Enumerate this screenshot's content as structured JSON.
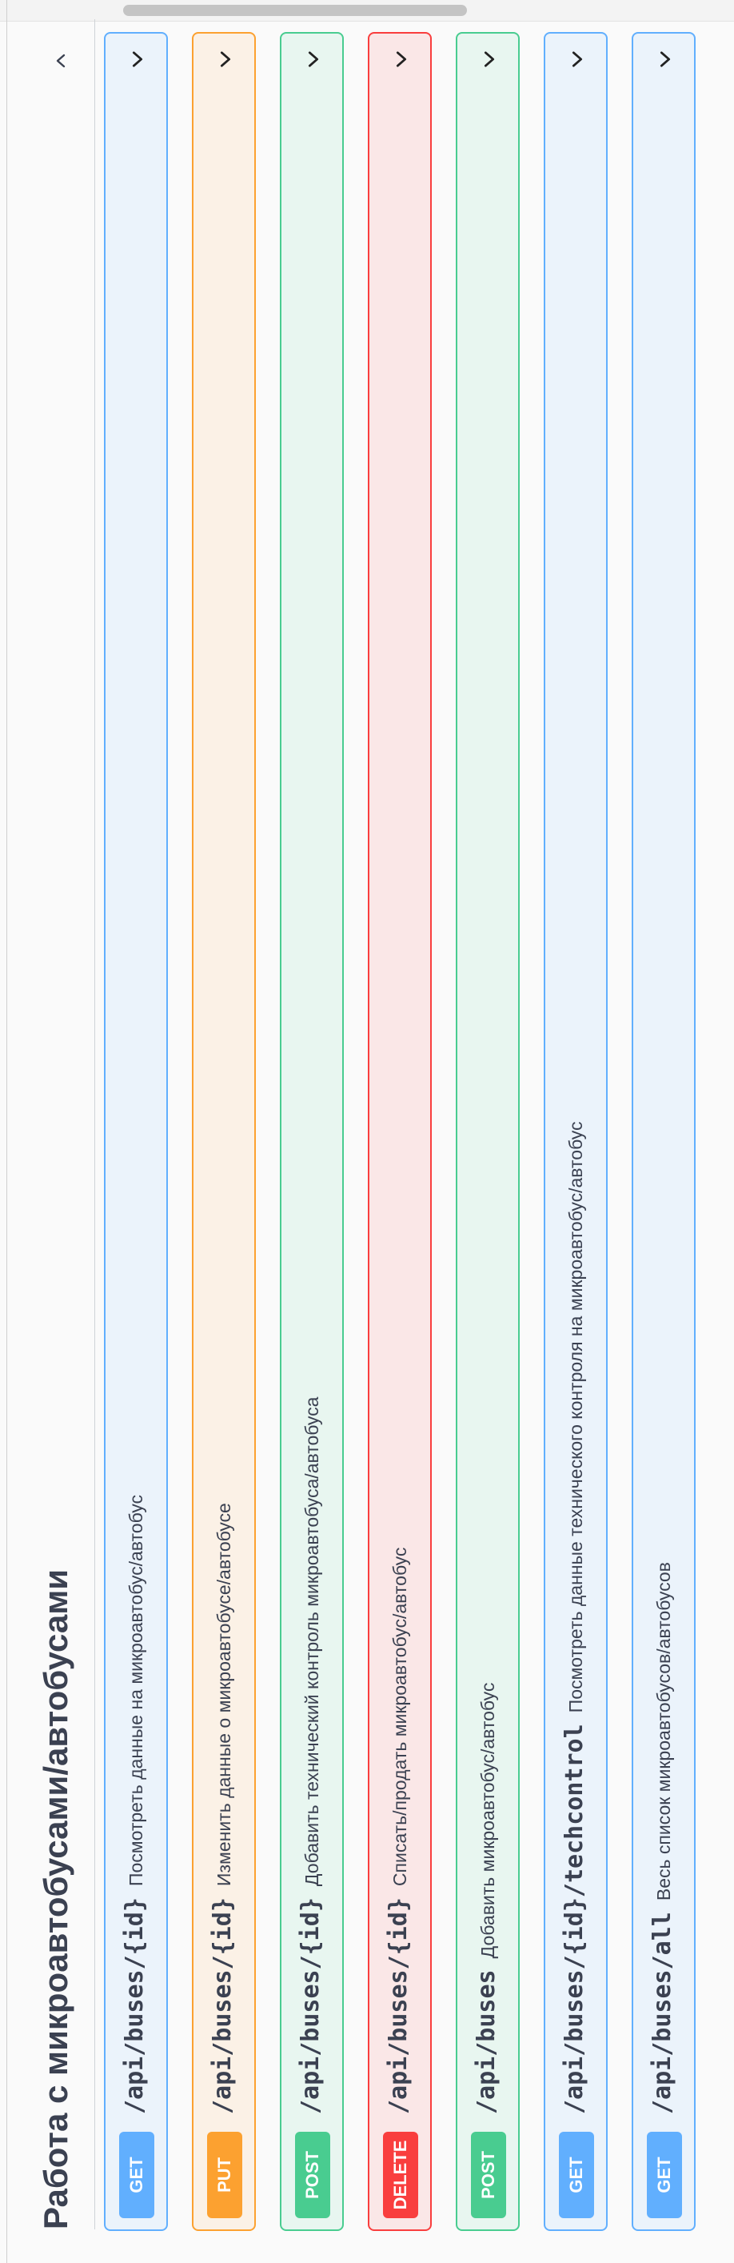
{
  "section": {
    "title": "Работа с микроавтобусами/автобусами"
  },
  "operations": [
    {
      "method": "GET",
      "path": "/api/buses/{id}",
      "description": "Посмотреть данные на микроавтобус/автобус"
    },
    {
      "method": "PUT",
      "path": "/api/buses/{id}",
      "description": "Изменить данные о микроавтобусе/автобусе"
    },
    {
      "method": "POST",
      "path": "/api/buses/{id}",
      "description": "Добавить технический контроль микроавтобуса/автобуса"
    },
    {
      "method": "DELETE",
      "path": "/api/buses/{id}",
      "description": "Списать/продать микроавтобус/автобус"
    },
    {
      "method": "POST",
      "path": "/api/buses",
      "description": "Добавить микроавтобус/автобус"
    },
    {
      "method": "GET",
      "path": "/api/buses/{id}/techcontrol",
      "description": "Посмотреть данные технического контроля на микроавтобус/автобус"
    },
    {
      "method": "GET",
      "path": "/api/buses/all",
      "description": "Весь список микроавтобусов/автобусов"
    }
  ],
  "colors": {
    "get": "#61affe",
    "put": "#fca130",
    "post": "#49cc90",
    "delete": "#f93e3e",
    "text": "#3b4151"
  },
  "icons": {
    "collapse": "chevron-left-icon",
    "expand": "chevron-right-icon"
  }
}
